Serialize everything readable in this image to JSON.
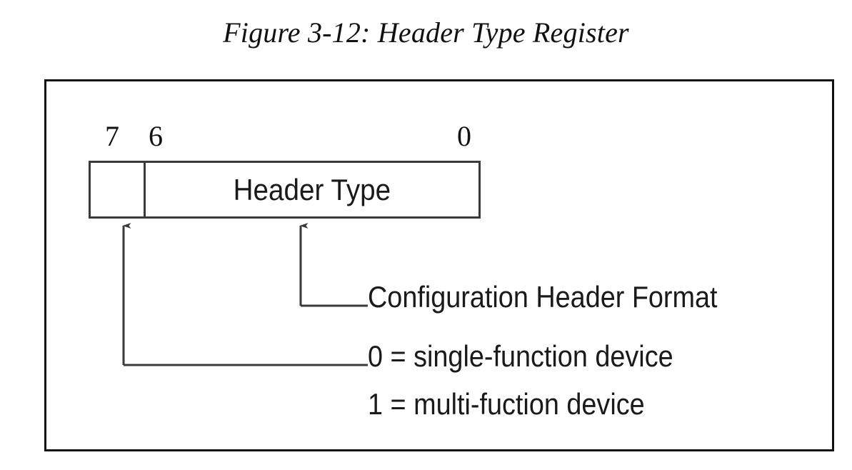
{
  "figure": {
    "title": "Figure 3-12: Header Type Register",
    "register_name": "Header Type Register",
    "width_bits": 8
  },
  "bit_labels": {
    "msb": "7",
    "next": "6",
    "lsb": "0"
  },
  "register": {
    "fields": [
      {
        "name": "",
        "bit_high": 7,
        "bit_low": 7,
        "label": "",
        "description": "Multi-function device flag"
      },
      {
        "name": "header-type",
        "bit_high": 6,
        "bit_low": 0,
        "label": "Header Type",
        "description": "Configuration Header Format"
      }
    ],
    "field_label": "Header Type"
  },
  "callouts": [
    {
      "id": "config-header-format",
      "text": "Configuration Header Format",
      "points_to_bits": "6:0"
    },
    {
      "id": "single-function-device",
      "text": "0 = single-function device",
      "points_to_bits": "7"
    },
    {
      "id": "multi-function-device",
      "text": "1 = multi-fuction device",
      "points_to_bits": "7"
    }
  ],
  "colors": {
    "frame": "#111111",
    "box_border": "#3a3a3a",
    "text": "#1a1a1a",
    "background": "#ffffff",
    "leader_line": "#3a3a3a"
  }
}
